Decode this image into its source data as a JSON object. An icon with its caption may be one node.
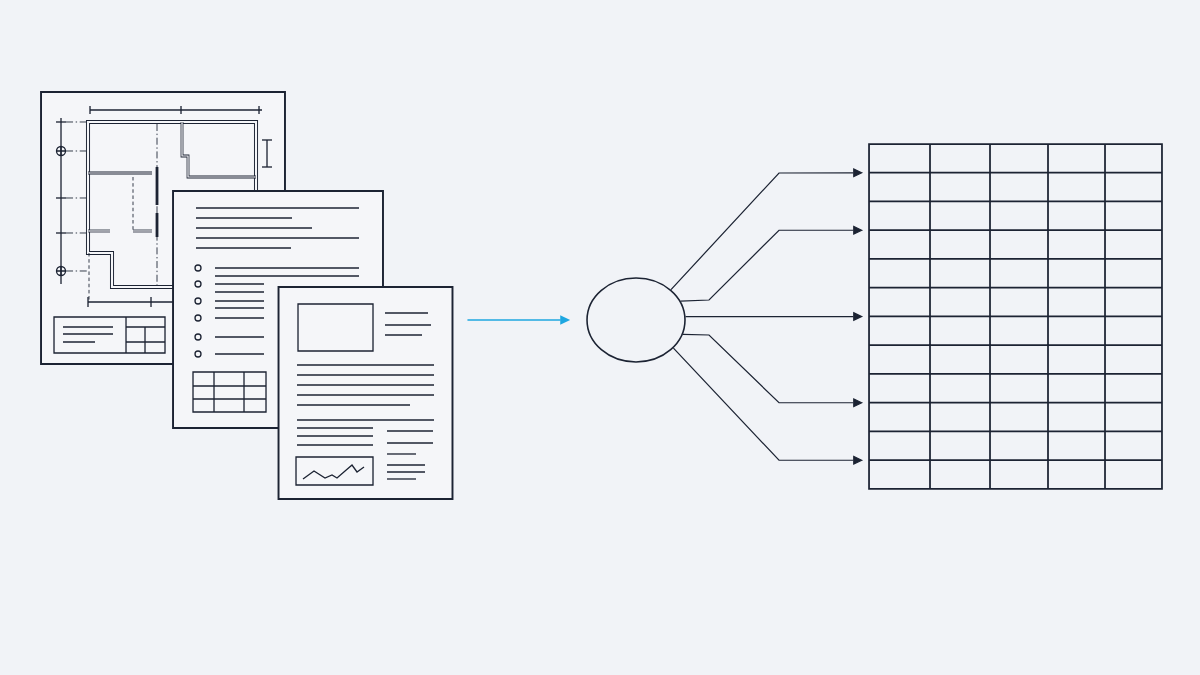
{
  "diagram": {
    "nodes": [
      {
        "text": [],
        "shape": "picture"
      },
      {
        "text": [],
        "shape": "picture"
      },
      {
        "text": [],
        "shape": "picture"
      },
      {
        "text": [],
        "shape": "circle"
      },
      {
        "text": [],
        "shape": "table"
      }
    ],
    "edges": [
      {
        "from": 2,
        "to": 3,
        "arrow": "to",
        "color": "#1ea7e1"
      },
      {
        "from": 3,
        "to": 4,
        "arrow": "to"
      },
      {
        "from": 3,
        "to": 4,
        "arrow": "to"
      },
      {
        "from": 3,
        "to": 4,
        "arrow": "to"
      },
      {
        "from": 3,
        "to": 4,
        "arrow": "to"
      },
      {
        "from": 3,
        "to": 4,
        "arrow": "to"
      }
    ]
  }
}
